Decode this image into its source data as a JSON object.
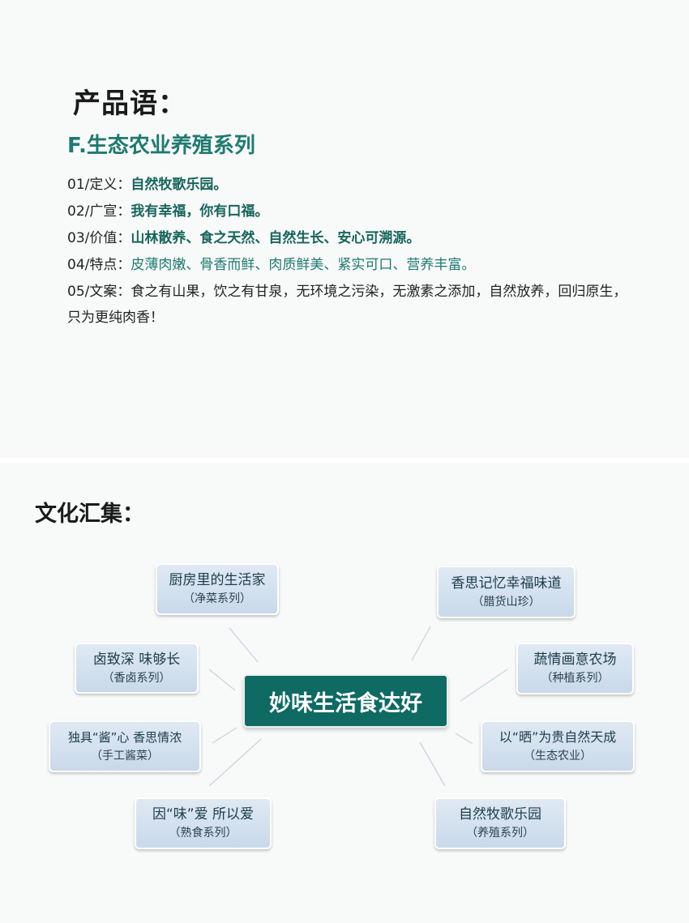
{
  "product": {
    "heading": "产品语：",
    "subtitle": "F.生态农业养殖系列",
    "lines": [
      {
        "label": "01/定义：",
        "value": "自然牧歌乐园。"
      },
      {
        "label": "02/广宣：",
        "value": "我有幸福，你有口福。"
      },
      {
        "label": "03/价值：",
        "value": "山林散养、食之天然、自然生长、安心可溯源。"
      },
      {
        "label": "04/特点：",
        "value": "皮薄肉嫩、骨香而鲜、肉质鲜美、紧实可口、营养丰富。"
      },
      {
        "label": "05/文案：",
        "value": "食之有山果，饮之有甘泉，无环境之污染，无激素之添加，自然放养，回归原生，只为更纯肉香！"
      }
    ]
  },
  "culture": {
    "heading": "文化汇集：",
    "center": "妙味生活食达好",
    "nodes": [
      {
        "main": "厨房里的生活家",
        "sub": "（净菜系列）"
      },
      {
        "main": "卤致深  味够长",
        "sub": "（香卤系列）"
      },
      {
        "main": "独具“酱”心 香思情浓",
        "sub": "（手工酱菜）"
      },
      {
        "main": "因“味”爱 所以爱",
        "sub": "（熟食系列）"
      },
      {
        "main": "香思记忆幸福味道",
        "sub": "（腊货山珍）"
      },
      {
        "main": "蔬情画意农场",
        "sub": "（种植系列）"
      },
      {
        "main": "以“晒”为贵自然天成",
        "sub": "（生态农业）"
      },
      {
        "main": "自然牧歌乐园",
        "sub": "（养殖系列）"
      }
    ]
  },
  "colors": {
    "accent": "#0f6a63",
    "node_fill": "#d3e0ee",
    "connector": "#c6d6e1"
  }
}
